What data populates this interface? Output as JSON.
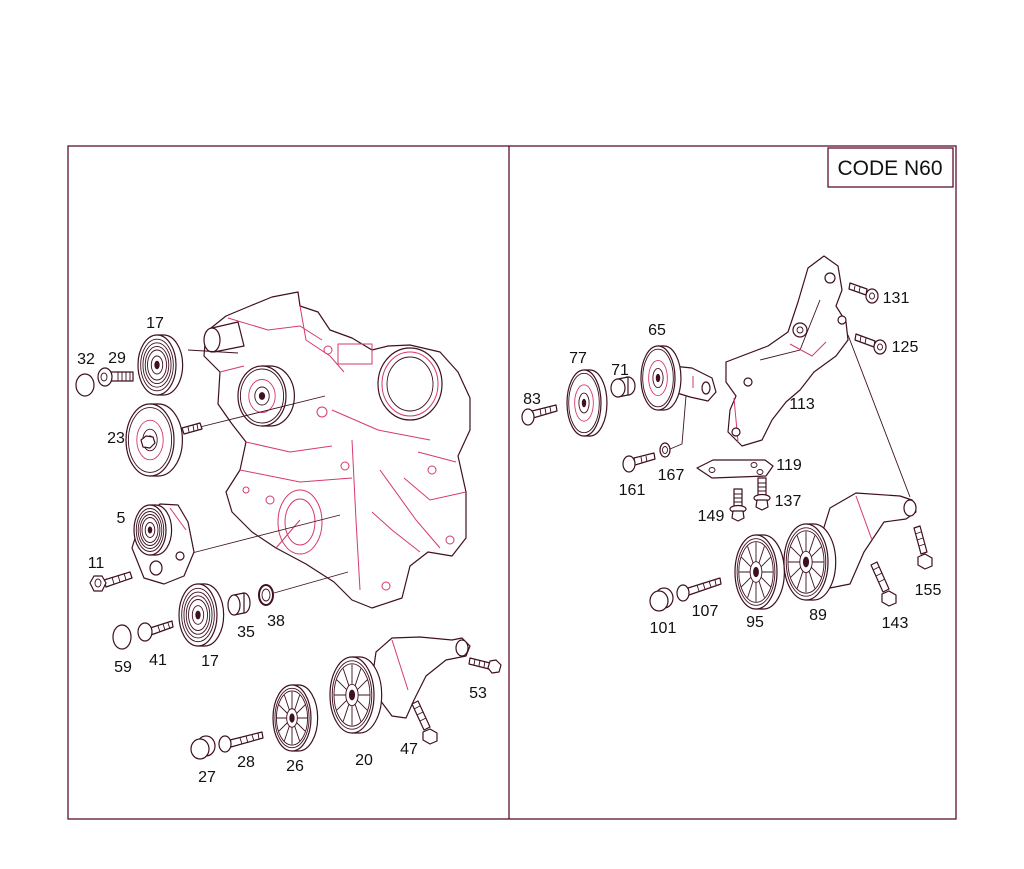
{
  "diagram": {
    "code_label": "CODE N60",
    "colors": {
      "frame": "#5c1030",
      "line": "#3e1020",
      "highlight": "#d63a68"
    }
  },
  "left_panel": {
    "callouts": {
      "c17_upper": "17",
      "c32": "32",
      "c29": "29",
      "c23": "23",
      "c5": "5",
      "c11": "11",
      "c59": "59",
      "c41": "41",
      "c17_lower": "17",
      "c35": "35",
      "c38": "38",
      "c53": "53",
      "c27": "27",
      "c28": "28",
      "c26": "26",
      "c20": "20",
      "c47": "47"
    }
  },
  "right_panel": {
    "callouts": {
      "c65": "65",
      "c77": "77",
      "c71": "71",
      "c83": "83",
      "c131": "131",
      "c125": "125",
      "c113": "113",
      "c161": "161",
      "c167": "167",
      "c119": "119",
      "c149": "149",
      "c137": "137",
      "c101": "101",
      "c107": "107",
      "c95": "95",
      "c89": "89",
      "c143": "143",
      "c155": "155"
    }
  }
}
